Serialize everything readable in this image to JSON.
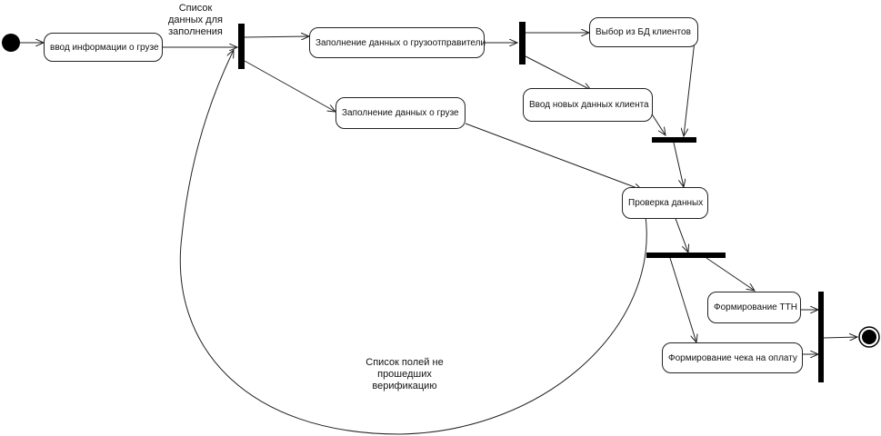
{
  "diagram": {
    "nodes": {
      "cargo_input": "ввод информации о грузе",
      "shipper_fill": "Заполнение данных о грузоотправители",
      "cargo_fill": "Заполнение данных о грузе",
      "db_select": "Выбор из БД клиентов",
      "new_client": "Ввод новых данных клиента",
      "check": "Проверка данных",
      "ttn": "Формирование ТТН",
      "receipt": "Формирование чека на оплату"
    },
    "notes": {
      "fill_list_1": "Список",
      "fill_list_2": "данных для",
      "fill_list_3": "заполнения",
      "failed_1": "Список полей не",
      "failed_2": "прошедших",
      "failed_3": "верификацию"
    }
  }
}
